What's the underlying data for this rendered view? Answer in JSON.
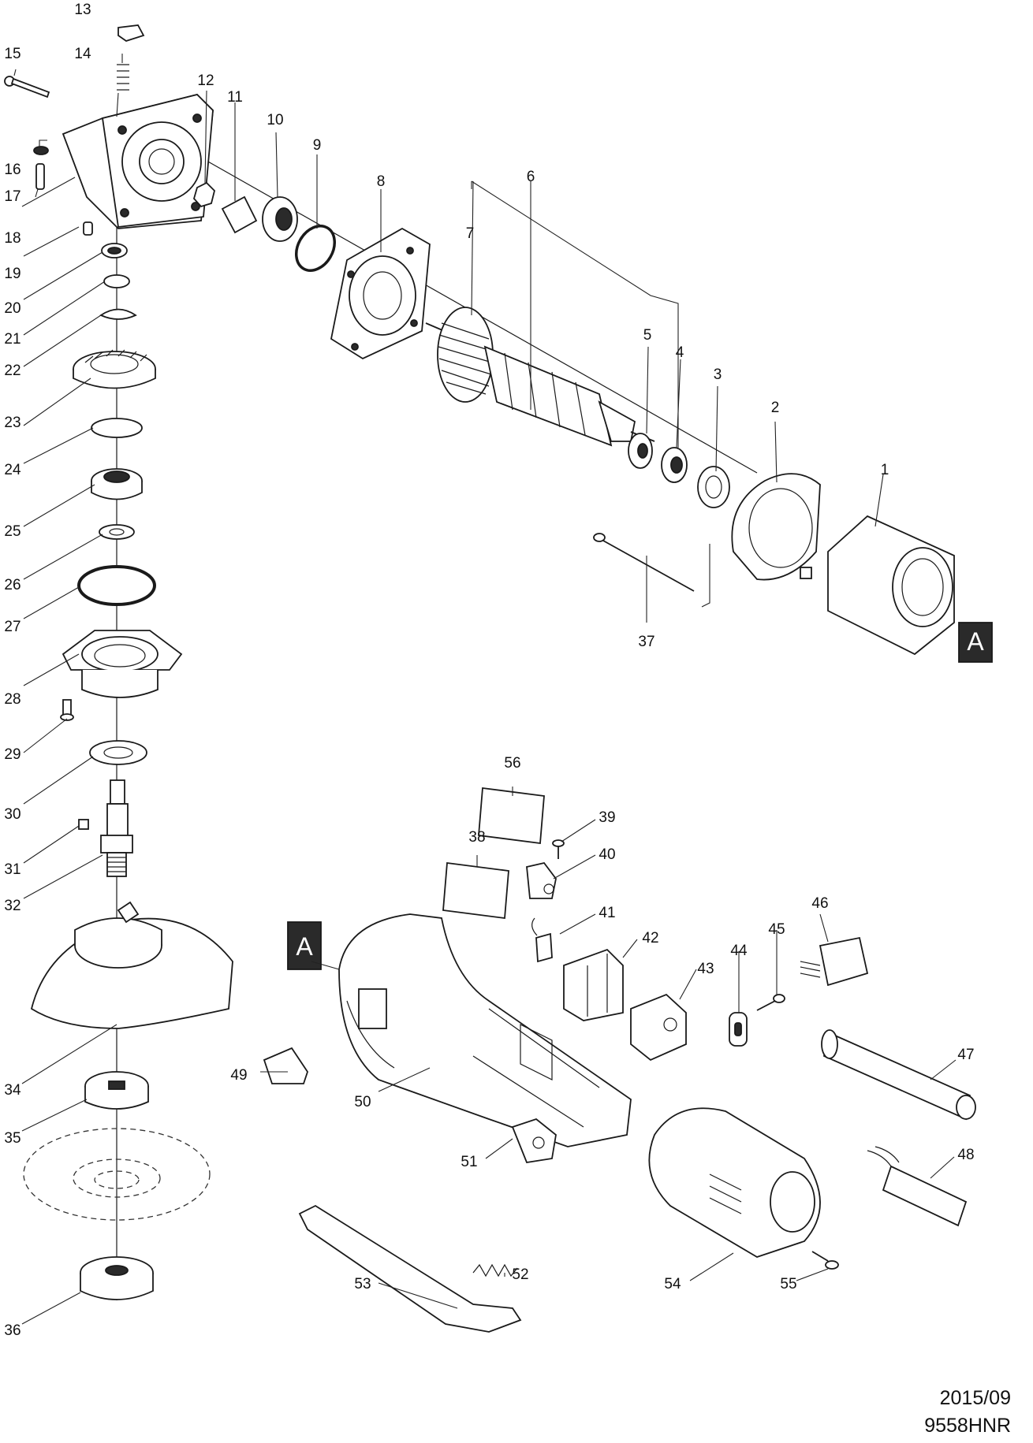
{
  "diagram": {
    "title": "9558HNR exploded view",
    "part_numbers": [
      "1",
      "2",
      "3",
      "4",
      "5",
      "6",
      "7",
      "8",
      "9",
      "10",
      "11",
      "12",
      "13",
      "14",
      "15",
      "16",
      "17",
      "18",
      "19",
      "20",
      "21",
      "22",
      "23",
      "24",
      "25",
      "26",
      "27",
      "28",
      "29",
      "30",
      "31",
      "32",
      "34",
      "35",
      "36",
      "37",
      "38",
      "39",
      "40",
      "41",
      "42",
      "43",
      "44",
      "45",
      "46",
      "47",
      "48",
      "49",
      "50",
      "51",
      "52",
      "53",
      "54",
      "55",
      "56"
    ],
    "connector_marker": "A"
  },
  "footer": {
    "date": "2015/09",
    "model": "9558HNR"
  }
}
